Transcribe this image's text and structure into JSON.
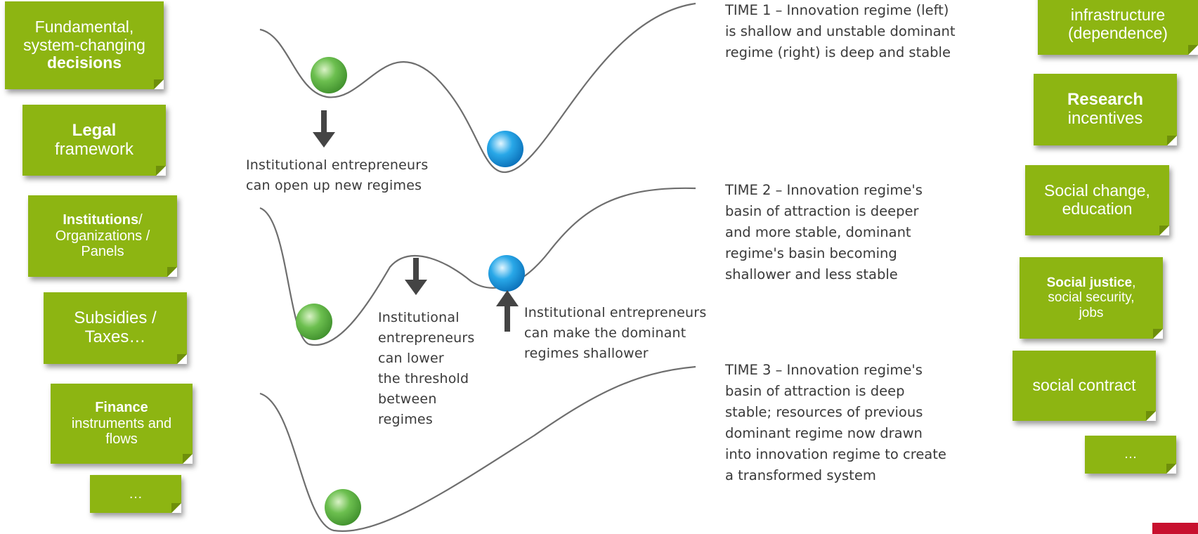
{
  "left_notes": [
    {
      "lines": [
        {
          "parts": [
            {
              "t": "Fundamental,",
              "b": false
            }
          ]
        },
        {
          "parts": [
            {
              "t": "system-changing",
              "b": false
            }
          ]
        },
        {
          "parts": [
            {
              "t": "decisions",
              "b": true
            }
          ]
        }
      ]
    },
    {
      "lines": [
        {
          "parts": [
            {
              "t": "Legal",
              "b": true
            }
          ]
        },
        {
          "parts": [
            {
              "t": "framework",
              "b": false
            }
          ]
        }
      ]
    },
    {
      "lines": [
        {
          "parts": [
            {
              "t": "Institutions",
              "b": true
            },
            {
              "t": "/",
              "b": false
            }
          ]
        },
        {
          "parts": [
            {
              "t": "Organizations /",
              "b": false
            }
          ]
        },
        {
          "parts": [
            {
              "t": "Panels",
              "b": false
            }
          ]
        }
      ]
    },
    {
      "lines": [
        {
          "parts": [
            {
              "t": "Subsidies /",
              "b": false
            }
          ]
        },
        {
          "parts": [
            {
              "t": "Taxes…",
              "b": false
            }
          ]
        }
      ]
    },
    {
      "lines": [
        {
          "parts": [
            {
              "t": "Finance",
              "b": true
            }
          ]
        },
        {
          "parts": [
            {
              "t": "instruments and",
              "b": false
            }
          ]
        },
        {
          "parts": [
            {
              "t": "flows",
              "b": false
            }
          ]
        }
      ]
    },
    {
      "lines": [
        {
          "parts": [
            {
              "t": "…",
              "b": false
            }
          ]
        }
      ]
    }
  ],
  "right_notes": [
    {
      "lines": [
        {
          "parts": [
            {
              "t": "infrastructure",
              "b": false
            }
          ]
        },
        {
          "parts": [
            {
              "t": "(dependence)",
              "b": false
            }
          ]
        }
      ]
    },
    {
      "lines": [
        {
          "parts": [
            {
              "t": "Research",
              "b": true
            }
          ]
        },
        {
          "parts": [
            {
              "t": "incentives",
              "b": false
            }
          ]
        }
      ]
    },
    {
      "lines": [
        {
          "parts": [
            {
              "t": "Social change,",
              "b": false
            }
          ]
        },
        {
          "parts": [
            {
              "t": "education",
              "b": false
            }
          ]
        }
      ]
    },
    {
      "lines": [
        {
          "parts": [
            {
              "t": "Social justice",
              "b": true
            },
            {
              "t": ",",
              "b": false
            }
          ]
        },
        {
          "parts": [
            {
              "t": "social security,",
              "b": false
            }
          ]
        },
        {
          "parts": [
            {
              "t": "jobs",
              "b": false
            }
          ]
        }
      ]
    },
    {
      "lines": [
        {
          "parts": [
            {
              "t": "social contract",
              "b": false
            }
          ]
        }
      ]
    },
    {
      "lines": [
        {
          "parts": [
            {
              "t": "…",
              "b": false
            }
          ]
        }
      ]
    }
  ],
  "diagram": {
    "annotation_open": "Institutional entrepreneurs\ncan open up new regimes",
    "annotation_lower": "Institutional\nentrepreneurs\ncan lower\nthe threshold\nbetween\nregimes",
    "annotation_shallow": "Institutional entrepreneurs\ncan make the dominant\nregimes shallower",
    "time1": "TIME 1 – Innovation regime (left)\nis shallow and unstable dominant\nregime (right) is deep and stable",
    "time2": "TIME 2 – Innovation regime's\nbasin of attraction is deeper\nand more stable, dominant\nregime's basin becoming\nshallower and less stable",
    "time3": "TIME 3 – Innovation regime's\nbasin of attraction is deep\nstable; resources of previous\ndominant regime now drawn\ninto innovation regime to create\na transformed system"
  },
  "colors": {
    "note_green": "#8db512",
    "innovation_ball": "#6cbf4f",
    "dominant_ball": "#29a8e8",
    "curve": "#6e6e6e",
    "arrow": "#444444",
    "accent_red": "#c8102e"
  }
}
